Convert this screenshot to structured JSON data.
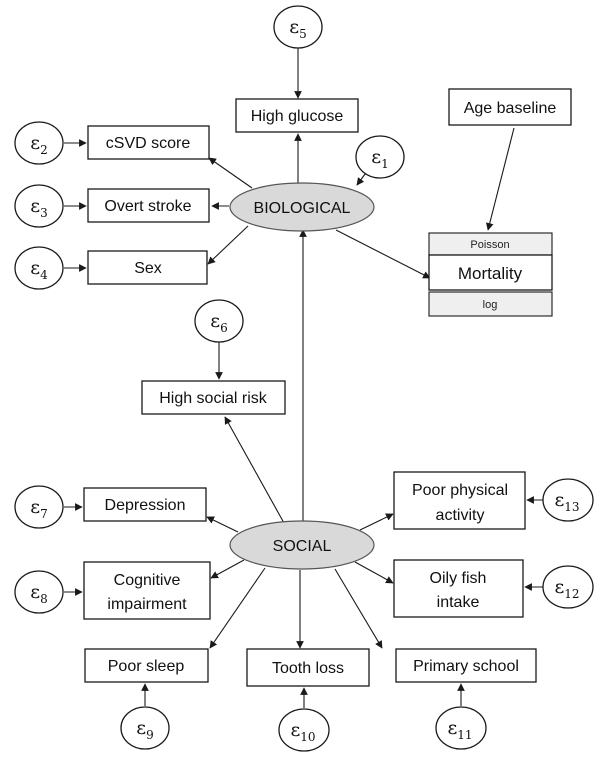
{
  "latent": {
    "biological": "BIOLOGICAL",
    "social": "SOCIAL"
  },
  "observed": {
    "high_glucose": "High glucose",
    "age_baseline": "Age baseline",
    "csvd_score": "cSVD score",
    "overt_stroke": "Overt stroke",
    "sex": "Sex",
    "high_social_risk": "High social risk",
    "depression": "Depression",
    "poor_physical_activity": [
      "Poor physical",
      "activity"
    ],
    "cognitive_impairment": [
      "Cognitive",
      "impairment"
    ],
    "oily_fish_intake": [
      "Oily fish",
      "intake"
    ],
    "poor_sleep": "Poor sleep",
    "tooth_loss": "Tooth loss",
    "primary_school": "Primary school"
  },
  "outcome": {
    "family": "Poisson",
    "name": "Mortality",
    "link": "log"
  },
  "errors": {
    "e1": {
      "symbol": "ε",
      "index": "1"
    },
    "e2": {
      "symbol": "ε",
      "index": "2"
    },
    "e3": {
      "symbol": "ε",
      "index": "3"
    },
    "e4": {
      "symbol": "ε",
      "index": "4"
    },
    "e5": {
      "symbol": "ε",
      "index": "5"
    },
    "e6": {
      "symbol": "ε",
      "index": "6"
    },
    "e7": {
      "symbol": "ε",
      "index": "7"
    },
    "e8": {
      "symbol": "ε",
      "index": "8"
    },
    "e9": {
      "symbol": "ε",
      "index": "9"
    },
    "e10": {
      "symbol": "ε",
      "index": "10"
    },
    "e11": {
      "symbol": "ε",
      "index": "11"
    },
    "e12": {
      "symbol": "ε",
      "index": "12"
    },
    "e13": {
      "symbol": "ε",
      "index": "13"
    }
  }
}
